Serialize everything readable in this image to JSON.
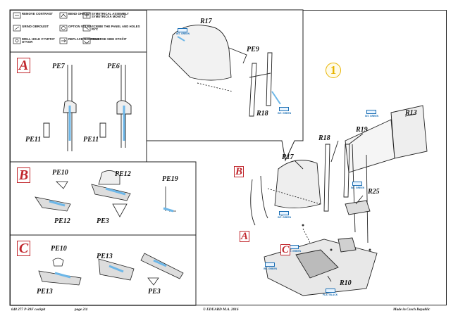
{
  "legend": {
    "items": [
      {
        "icon": "remove-icon",
        "label": "REMOVE CONTRAST"
      },
      {
        "icon": "bend-icon",
        "label": "BEND OHNOUT"
      },
      {
        "icon": "symmetric-icon",
        "label": "SYMETRICAL ASSEMBLY SYMETRICKÁ MONTÁŽ"
      },
      {
        "icon": "grind-icon",
        "label": "GRIND OBROUSIT"
      },
      {
        "icon": "option-icon",
        "label": "OPTION VOLBA"
      },
      {
        "icon": "scribe-icon",
        "label": "SCRIBE THE PANEL AND HOLES RÝČ"
      },
      {
        "icon": "drill-icon",
        "label": "DRILL HOLE VYVRTAT OTVOR"
      },
      {
        "icon": "replace-icon",
        "label": "REPLACE NAHRADIT"
      },
      {
        "icon": "reverse-icon",
        "label": "REVERSE SIDE OTOČIT"
      }
    ]
  },
  "step_number": "1",
  "sections": {
    "A": {
      "letter": "A",
      "parts": [
        "PE7",
        "PE6",
        "PE11",
        "PE11"
      ]
    },
    "B": {
      "letter": "B",
      "parts": [
        "PE10",
        "PE12",
        "PE19",
        "PE12",
        "PE3"
      ]
    },
    "C": {
      "letter": "C",
      "parts": [
        "PE10",
        "PE13",
        "PE13",
        "PE3"
      ]
    }
  },
  "detail": {
    "parts": [
      "R17",
      "PE9",
      "R18"
    ],
    "tags": [
      "INT. GREEN",
      "INT. GREEN"
    ]
  },
  "main": {
    "parts": [
      "R13",
      "R19",
      "R18",
      "R17",
      "R25",
      "R10"
    ],
    "tags": [
      "INT. GREEN",
      "INT. GREEN",
      "INT. GREEN",
      "INT. GREEN",
      "INT. GREEN",
      "FLAT BLACK"
    ],
    "callouts": [
      "B",
      "A",
      "C"
    ]
  },
  "footer": {
    "left": "648 277 P-39F cockpit",
    "page": "page 2/4",
    "center": "© EDUARD M.A. 2016",
    "right": "Made in Czech Republic"
  },
  "colors": {
    "accent_red": "#c1272d",
    "accent_blue": "#1b6fb5",
    "step_yellow": "#e8b400"
  }
}
